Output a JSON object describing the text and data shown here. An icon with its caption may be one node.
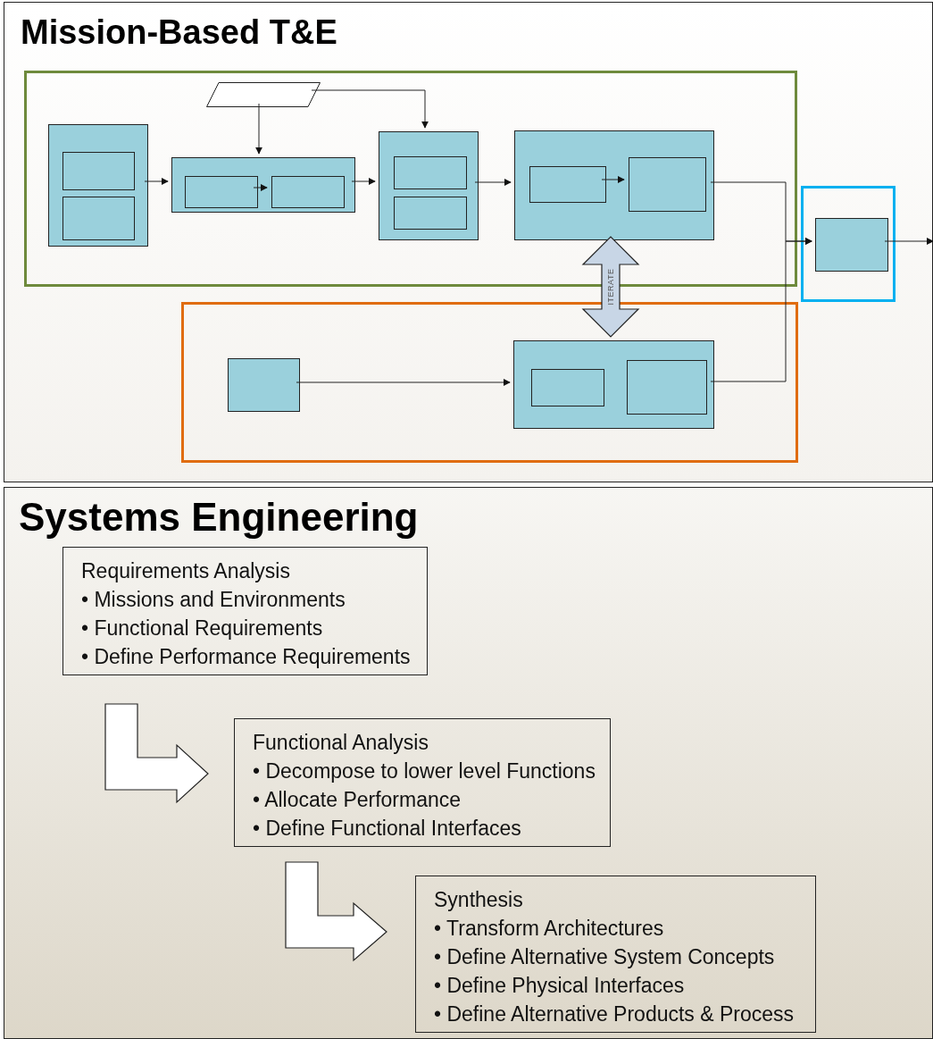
{
  "diagram": {
    "nodes": [
      {
        "text": [
          "Mission-Based T&E"
        ]
      },
      {
        "text": [],
        "shape": "box",
        "in": 0
      },
      {
        "text": [],
        "shape": "parallelogram",
        "in": 1
      },
      {
        "text": [],
        "shape": "box",
        "in": 1
      },
      {
        "text": [],
        "shape": "box",
        "in": 3
      },
      {
        "text": [],
        "shape": "box",
        "in": 3
      },
      {
        "text": [],
        "shape": "box",
        "in": 1
      },
      {
        "text": [],
        "shape": "box",
        "in": 6
      },
      {
        "text": [],
        "shape": "box",
        "in": 6
      },
      {
        "text": [],
        "shape": "box",
        "in": 1
      },
      {
        "text": [],
        "shape": "box",
        "in": 9
      },
      {
        "text": [],
        "shape": "box",
        "in": 9
      },
      {
        "text": [],
        "shape": "box",
        "in": 1
      },
      {
        "text": [],
        "shape": "box",
        "in": 12
      },
      {
        "text": [],
        "shape": "box",
        "in": 12
      },
      {
        "text": [],
        "shape": "box",
        "in": 0
      },
      {
        "text": [],
        "shape": "box",
        "in": 15
      },
      {
        "text": [],
        "shape": "box",
        "in": 0
      },
      {
        "text": [],
        "shape": "box",
        "in": 17
      },
      {
        "text": [],
        "shape": "box",
        "in": 17
      },
      {
        "text": [],
        "shape": "box",
        "in": 19
      },
      {
        "text": [],
        "shape": "box",
        "in": 19
      },
      {
        "text": [
          "Systems Engineering"
        ]
      },
      {
        "text": [
          "Requirements Analysis",
          "• Missions and Environments",
          "• Functional Requirements",
          "• Define Performance Requirements"
        ],
        "in": 22
      },
      {
        "text": [
          "Functional Analysis",
          "• Decompose to lower level Functions",
          "• Allocate Performance",
          "• Define Functional Interfaces"
        ],
        "in": 22
      },
      {
        "text": [
          "Synthesis",
          "• Transform Architectures",
          "• Define Alternative System Concepts",
          "• Define Physical Interfaces",
          "• Define Alternative Products & Process"
        ],
        "in": 22
      }
    ],
    "edges": [
      {
        "from": 3,
        "to": 6,
        "arrow": "to"
      },
      {
        "from": 7,
        "to": 8,
        "arrow": "to"
      },
      {
        "from": 2,
        "to": 6,
        "arrow": "to"
      },
      {
        "from": 2,
        "to": 9,
        "arrow": "to"
      },
      {
        "from": 6,
        "to": 9,
        "arrow": "to"
      },
      {
        "from": 9,
        "to": 12,
        "arrow": "to"
      },
      {
        "from": 13,
        "to": 14,
        "arrow": "to"
      },
      {
        "from": 12,
        "to": 16,
        "arrow": "to"
      },
      {
        "from": 19,
        "to": 16,
        "arrow": "to"
      },
      {
        "from": 16,
        "to": null,
        "arrow": "to"
      },
      {
        "from": 18,
        "to": 19,
        "arrow": "to"
      },
      {
        "from": 12,
        "to": 19,
        "arrow": "both",
        "label": "ITERATE",
        "style": "thick",
        "color": "#c8d6e6"
      },
      {
        "from": 23,
        "to": 24,
        "arrow": "to",
        "style": "thick",
        "color": "#ffffff"
      },
      {
        "from": 24,
        "to": 25,
        "arrow": "to",
        "style": "thick",
        "color": "#ffffff"
      }
    ]
  }
}
